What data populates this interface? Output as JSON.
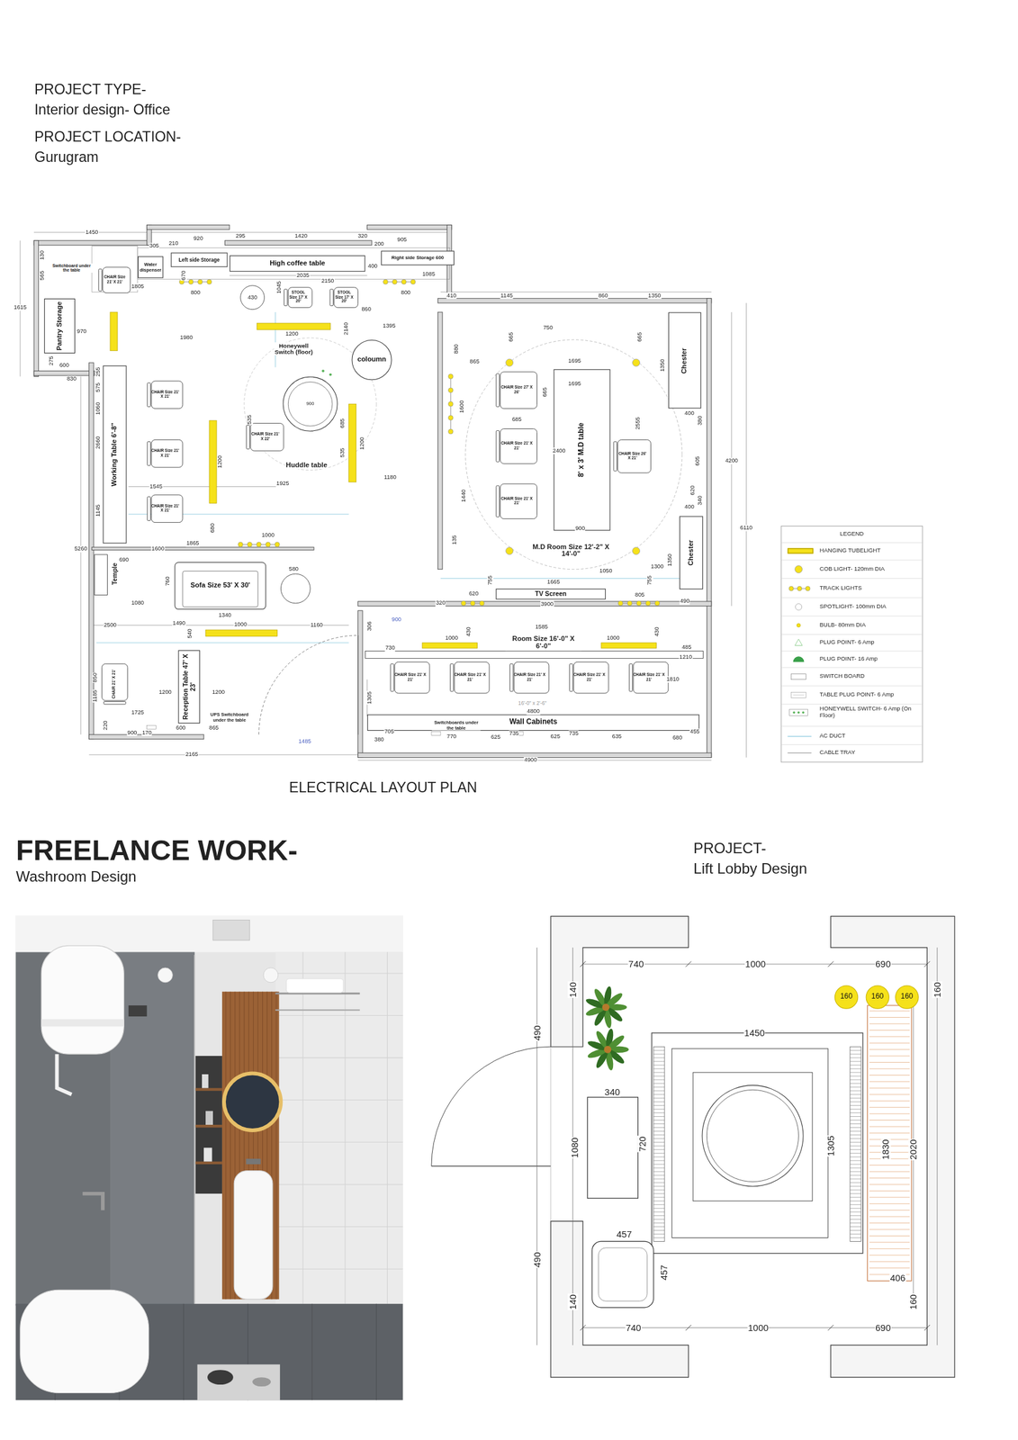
{
  "diagram": {
    "caption": "ELECTRICAL LAYOUT PLAN",
    "nodes": [
      {
        "text": [
          "Water dispenser"
        ]
      },
      {
        "text": [
          "Left side Storage"
        ]
      },
      {
        "text": [
          "High coffee table"
        ]
      },
      {
        "text": [
          "Right side Storage 600"
        ]
      },
      {
        "text": [
          "Pantry Storage"
        ]
      },
      {
        "text": [
          "CHAIR Size 21' X 21'"
        ]
      },
      {
        "text": [
          "STOOL Size 17' X 20'"
        ]
      },
      {
        "text": [
          "STOOL Size 17' X 20'"
        ]
      },
      {
        "text": [
          "coloumn"
        ]
      },
      {
        "text": [
          "900"
        ]
      },
      {
        "text": [
          "CHAIR Size 21' X 22'"
        ]
      },
      {
        "text": [
          "Working Table 6'-8\""
        ]
      },
      {
        "text": [
          "CHAIR Size 21' X 21'"
        ]
      },
      {
        "text": [
          "CHAIR Size 21' X 21'"
        ]
      },
      {
        "text": [
          "CHAIR Size 21' X 21'"
        ]
      },
      {
        "text": [
          "CHAIR Size 27' X 26'"
        ]
      },
      {
        "text": [
          "CHAIR Size 21' X 21'"
        ]
      },
      {
        "text": [
          "CHAIR Size 21' X 21'"
        ]
      },
      {
        "text": [
          "8' x 3' M.D table"
        ]
      },
      {
        "text": [
          "CHAIR Size 26' X 21'"
        ]
      },
      {
        "text": [
          "Chester"
        ]
      },
      {
        "text": [
          "Chester"
        ]
      },
      {
        "text": [
          "Sofa Size 53' X 30'"
        ]
      },
      {
        "text": [
          "TV Screen"
        ]
      },
      {
        "text": [
          "CHAIR 21' X 21'"
        ]
      },
      {
        "text": [
          "Reception Table 47' X 23'"
        ]
      },
      {
        "text": [
          "CHAIR Size 21' X 21'"
        ]
      },
      {
        "text": [
          "CHAIR Size 21' X 21'"
        ]
      },
      {
        "text": [
          "CHAIR Size 21' X 21'"
        ]
      },
      {
        "text": [
          "CHAIR Size 21' X 21'"
        ]
      },
      {
        "text": [
          "CHAIR Size 21' X 21'"
        ]
      },
      {
        "text": [
          "Wall Cabinets"
        ]
      },
      {
        "text": [
          "160"
        ]
      },
      {
        "text": [
          "160"
        ]
      },
      {
        "text": [
          "160"
        ]
      }
    ],
    "labels": [
      "PROJECT TYPE-",
      "Interior design- Office",
      "PROJECT LOCATION-",
      "Gurugram",
      "FREELANCE WORK-",
      "Washroom Design",
      "PROJECT-",
      "Lift Lobby Design",
      "Switchboard under the table",
      "Temple",
      "Honeywell Switch (floor)",
      "Huddle table",
      "M.D Room Size 12'-2\" X 14'-0\"",
      "Room Size 16'-0\" X 6'-0\"",
      "Switchboards under the table",
      "UPS Switchboard under the table",
      "LEGEND",
      "1450",
      "305",
      "210",
      "920",
      "295",
      "1420",
      "320",
      "200",
      "905",
      "2035",
      "400",
      "1085",
      "130",
      "565",
      "1805",
      "670",
      "800",
      "800",
      "1045",
      "2150",
      "430",
      "860",
      "410",
      "1145",
      "860",
      "1350",
      "1615",
      "970",
      "1980",
      "1200",
      "1395",
      "2140",
      "275",
      "600",
      "830",
      "255",
      "575",
      "1060",
      "2660",
      "1545",
      "1145",
      "1865",
      "1600",
      "1200",
      "1925",
      "1180",
      "680",
      "1000",
      "5260",
      "690",
      "760",
      "1340",
      "580",
      "1080",
      "2500",
      "1490",
      "1000",
      "540",
      "1160",
      "900",
      "306",
      "850",
      "1185",
      "1200",
      "1200",
      "1725",
      "600",
      "865",
      "220",
      "900",
      "170",
      "1485",
      "2165",
      "4900",
      "4800",
      "3900",
      "1585",
      "1210",
      "1810",
      "485",
      "730",
      "1000",
      "1000",
      "430",
      "430",
      "1305",
      "705",
      "380",
      "770",
      "625",
      "735",
      "625",
      "735",
      "635",
      "680",
      "455",
      "320",
      "620",
      "805",
      "490",
      "1665",
      "755",
      "755",
      "1300",
      "1050",
      "1350",
      "900",
      "1695",
      "1695",
      "665",
      "665",
      "750",
      "865",
      "880",
      "2400",
      "685",
      "1600",
      "665",
      "2555",
      "1440",
      "135",
      "400",
      "380",
      "605",
      "620",
      "340",
      "400",
      "1350",
      "4200",
      "6110",
      "16'-0\" x 2'-6\"",
      "535",
      "685",
      "535",
      "1200",
      "740",
      "1000",
      "690",
      "160",
      "140",
      "490",
      "1450",
      "340",
      "720",
      "1080",
      "1305",
      "1830",
      "2020",
      "457",
      "457",
      "406",
      "490",
      "140",
      "160",
      "740",
      "1000",
      "690"
    ],
    "legend": [
      {
        "text": "HANGING TUBELIGHT",
        "color": "#f5e11a"
      },
      {
        "text": "COB LIGHT- 120mm DIA"
      },
      {
        "text": "TRACK LIGHTS"
      },
      {
        "text": "SPOTLIGHT- 100mm DIA"
      },
      {
        "text": "BULB- 80mm DIA"
      },
      {
        "text": "PLUG POINT- 6 Amp"
      },
      {
        "text": "PLUG POINT- 16 Amp"
      },
      {
        "text": "SWITCH BOARD"
      },
      {
        "text": "TABLE PLUG POINT- 6 Amp"
      },
      {
        "text": "HONEYWELL SWITCH- 6 Amp (On Floor)"
      },
      {
        "text": "AC DUCT"
      },
      {
        "text": "CABLE TRAY"
      }
    ]
  }
}
